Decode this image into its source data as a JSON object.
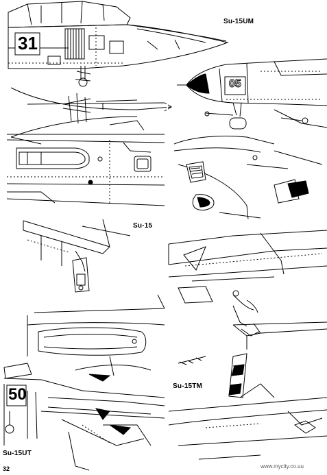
{
  "labels": {
    "su15um": "Su-15UM",
    "su15": "Su-15",
    "su15tm": "Su-15TM",
    "su15ut": "Su-15UT"
  },
  "bort_numbers": {
    "top_left": "31",
    "top_right": "05",
    "bottom_left": "50"
  },
  "page_number": "32",
  "watermark": "www.mycity.co.uu"
}
